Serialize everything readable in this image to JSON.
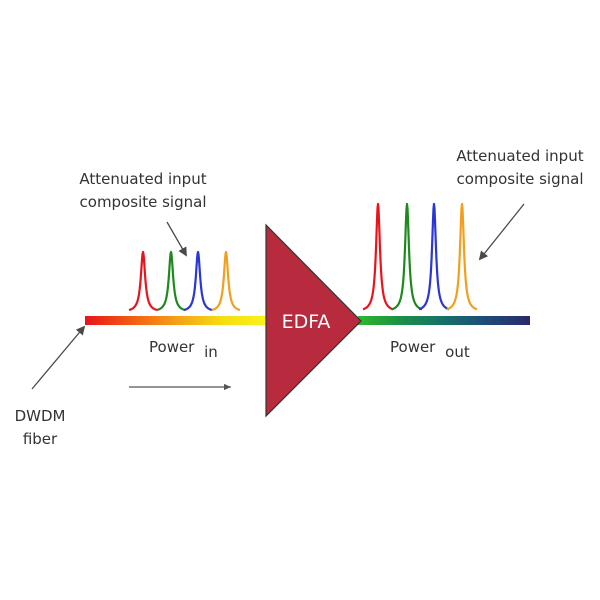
{
  "labels": {
    "input_signal_line1": "Attenuated input",
    "input_signal_line2": "composite signal",
    "output_signal_line1": "Attenuated input",
    "output_signal_line2": "composite signal",
    "amplifier": "EDFA",
    "power_in_main": "Power",
    "power_in_sub": "in",
    "power_out_main": "Power",
    "power_out_sub": "out",
    "fiber_line1": "DWDM",
    "fiber_line2": "fiber"
  },
  "colors": {
    "amplifier_fill": "#b82a3e",
    "amplifier_stroke": "#333333",
    "channel_colors": [
      "#e8141b",
      "#1e8a1e",
      "#2a36d6",
      "#f0a01e"
    ],
    "fiber_in_gradient": [
      "#e8141b",
      "#f25a12",
      "#f5a016",
      "#f5dc10",
      "#f7f51a"
    ],
    "fiber_out_gradient": [
      "#2db82d",
      "#1d8f45",
      "#16706a",
      "#1e4a78",
      "#2a2a6a"
    ],
    "pointer": "#4a4a4a"
  },
  "channels": {
    "input": {
      "count": 4,
      "relative_amplitude": 0.4
    },
    "output": {
      "count": 4,
      "relative_amplitude": 1.0
    }
  },
  "icons": {
    "direction": "arrow-right-icon",
    "pointer": "pointer-arrow-icon"
  }
}
